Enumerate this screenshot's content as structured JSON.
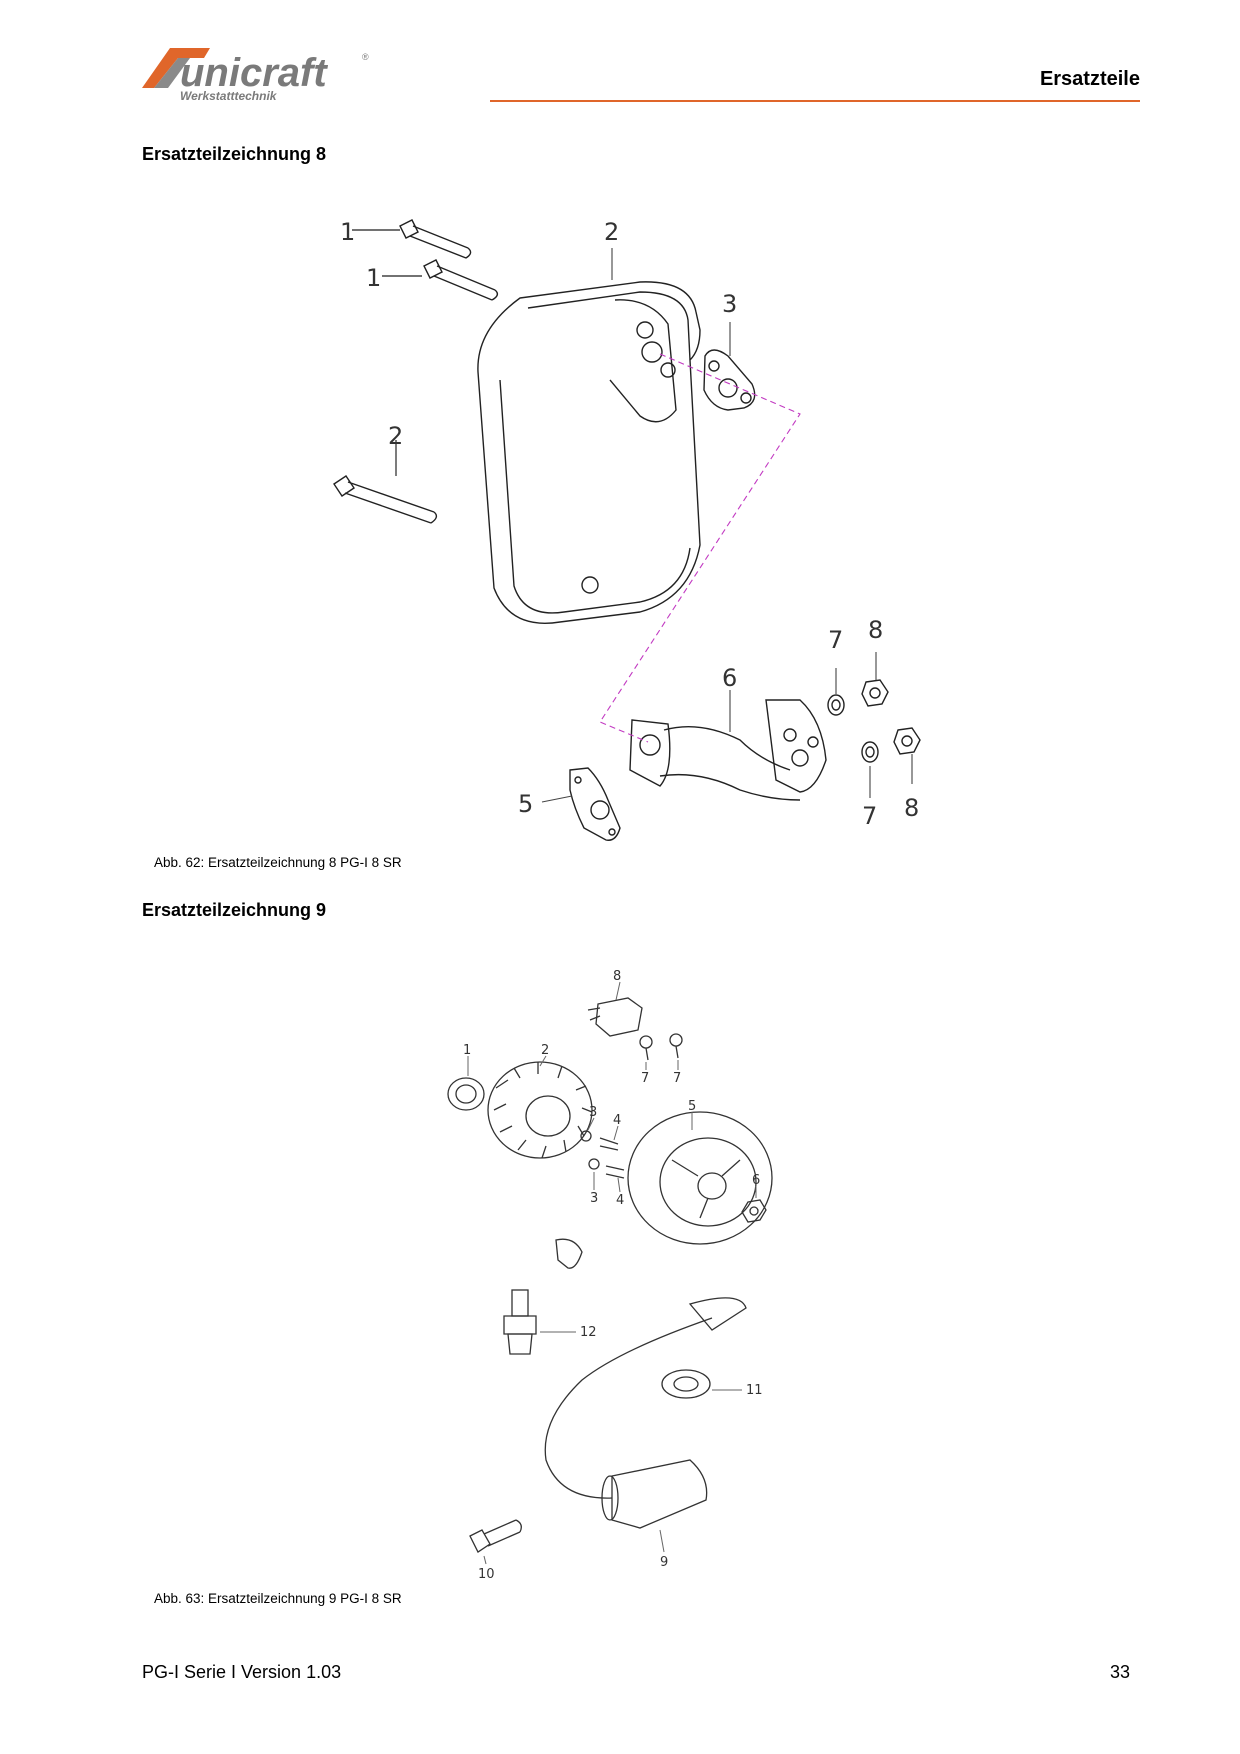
{
  "header": {
    "logo_text": "unicraft",
    "logo_registered": "®",
    "logo_subtitle": "Werkstatttechnik",
    "title": "Ersatzteile",
    "accent_color": "#e0662a"
  },
  "figure8": {
    "section_title": "Ersatzteilzeichnung 8",
    "caption": "Abb. 62: Ersatzteilzeichnung 8   PG-I 8 SR",
    "part_labels": [
      "1",
      "1",
      "2",
      "2",
      "3",
      "5",
      "6",
      "7",
      "8",
      "7",
      "8"
    ]
  },
  "figure9": {
    "section_title": "Ersatzteilzeichnung 9",
    "caption": "Abb. 63: Ersatzteilzeichnung 9   PG-I 8 SR",
    "part_labels": [
      "8",
      "7",
      "7",
      "1",
      "2",
      "3",
      "4",
      "3",
      "4",
      "5",
      "6",
      "12",
      "11",
      "9",
      "10"
    ]
  },
  "footer": {
    "doc_label": "PG-I Serie I Version 1.03",
    "page_number": "33"
  }
}
